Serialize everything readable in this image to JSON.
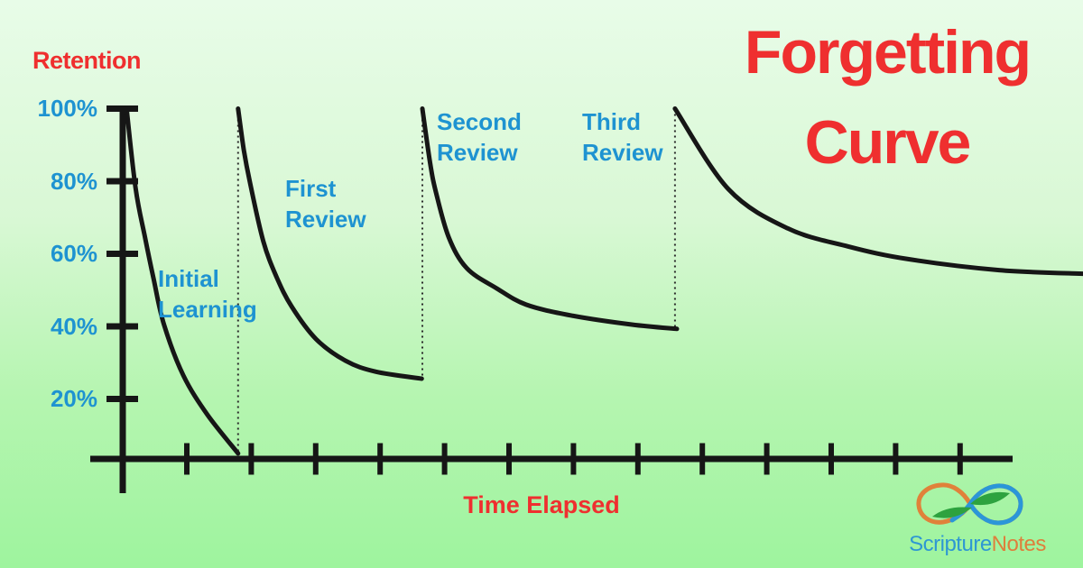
{
  "title": {
    "line1": "Forgetting",
    "line2": "Curve"
  },
  "axis_labels": {
    "y": "Retention",
    "x": "Time Elapsed"
  },
  "stages": [
    {
      "line1": "Initial",
      "line2": "Learning"
    },
    {
      "line1": "First",
      "line2": "Review"
    },
    {
      "line1": "Second",
      "line2": "Review"
    },
    {
      "line1": "Third",
      "line2": "Review"
    }
  ],
  "logo": {
    "word1": "Scripture",
    "word2": "Notes"
  },
  "colors": {
    "heading_red": "#ef2f2f",
    "label_blue": "#1e93d1",
    "curve_black": "#161616",
    "background_top": "#e8fce8",
    "background_bottom": "#9ef49e",
    "logo_blue": "#2e97d3",
    "logo_orange": "#de7f3c",
    "leaf_green": "#2da23f"
  },
  "chart_data": {
    "type": "line",
    "title": "Forgetting Curve",
    "xlabel": "Time Elapsed",
    "ylabel": "Retention",
    "ylim": [
      0,
      100
    ],
    "xlim": [
      0,
      15
    ],
    "grid": false,
    "legend_position": "none",
    "y_tick_labels": [
      "100%",
      "80%",
      "60%",
      "40%",
      "20%"
    ],
    "y_ticks_percent": [
      100,
      80,
      60,
      40,
      20
    ],
    "x_tick_count": 13,
    "x_ticks_labeled": false,
    "series": [
      {
        "name": "Initial Learning",
        "points": [
          [
            0.06,
            100
          ],
          [
            0.2,
            78
          ],
          [
            0.34,
            65
          ],
          [
            0.48,
            53
          ],
          [
            0.64,
            40.5
          ],
          [
            0.94,
            26.5
          ],
          [
            1.32,
            15.5
          ],
          [
            1.79,
            5
          ]
        ]
      },
      {
        "name": "After First Review",
        "points": [
          [
            1.79,
            100
          ],
          [
            1.88,
            88.5
          ],
          [
            1.97,
            80
          ],
          [
            2.18,
            63.5
          ],
          [
            2.39,
            53.5
          ],
          [
            2.62,
            45.5
          ],
          [
            3.0,
            36.5
          ],
          [
            3.46,
            30.5
          ],
          [
            3.93,
            27.5
          ],
          [
            4.64,
            25.6
          ]
        ]
      },
      {
        "name": "After Second Review",
        "points": [
          [
            4.65,
            100
          ],
          [
            4.77,
            85
          ],
          [
            4.86,
            77
          ],
          [
            5.06,
            64.5
          ],
          [
            5.34,
            56
          ],
          [
            5.8,
            50.5
          ],
          [
            6.26,
            46
          ],
          [
            6.96,
            43
          ],
          [
            7.9,
            40.5
          ],
          [
            8.6,
            39.3
          ]
        ]
      },
      {
        "name": "After Third Review",
        "points": [
          [
            8.57,
            100
          ],
          [
            9.4,
            77.8
          ],
          [
            10.32,
            67
          ],
          [
            11.26,
            62
          ],
          [
            12.2,
            58.5
          ],
          [
            13.6,
            55.5
          ],
          [
            14.9,
            54.5
          ]
        ]
      }
    ],
    "reset_lines": [
      {
        "review": "First Review",
        "t": 1.79,
        "from_percent": 100,
        "to_percent": 5
      },
      {
        "review": "Second Review",
        "t": 4.65,
        "from_percent": 100,
        "to_percent": 25.6
      },
      {
        "review": "Third Review",
        "t": 8.57,
        "from_percent": 100,
        "to_percent": 39.3
      }
    ]
  }
}
